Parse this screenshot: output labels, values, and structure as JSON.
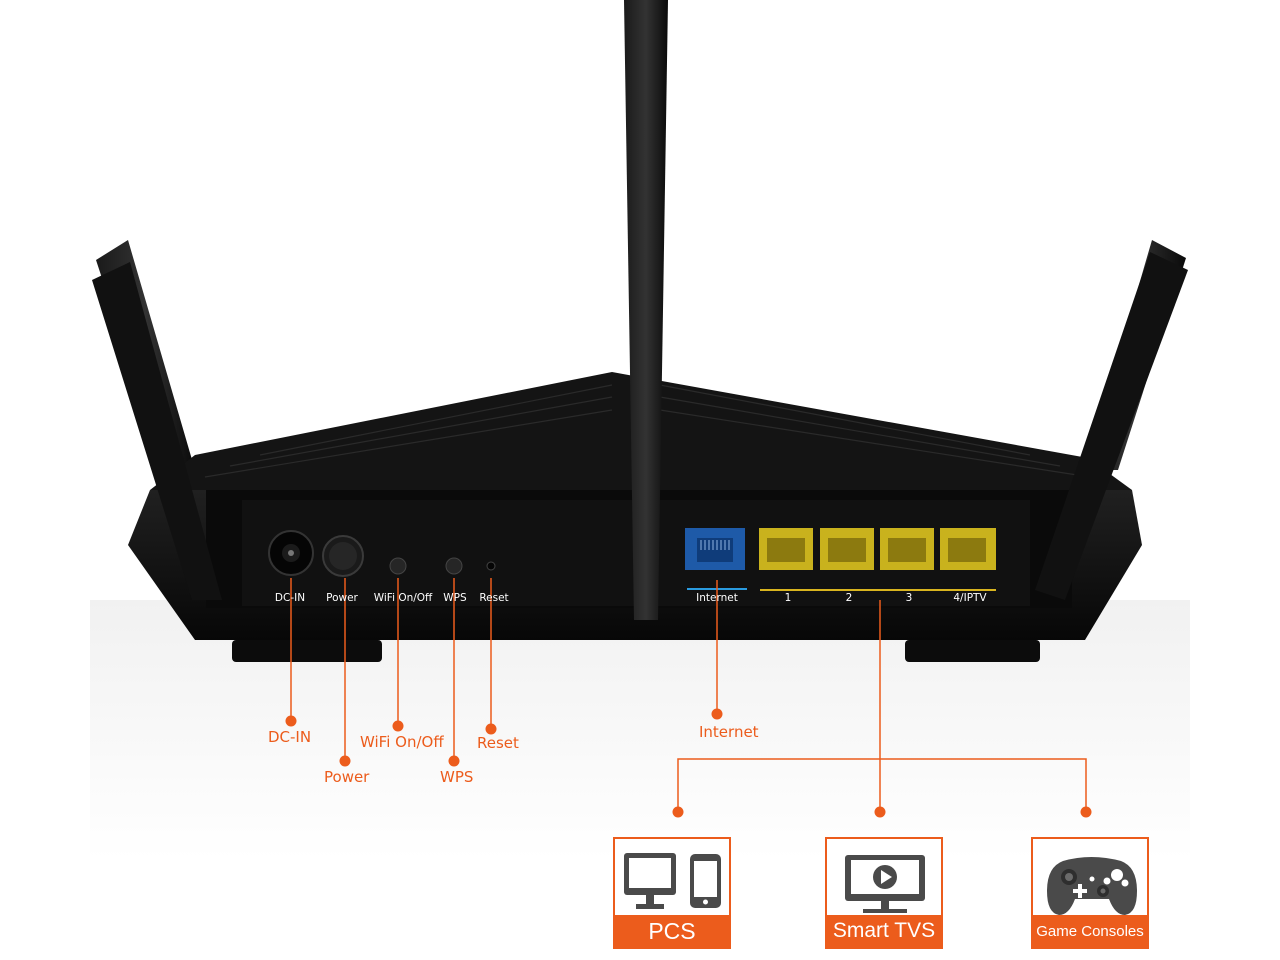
{
  "colors": {
    "accent": "#ec5c1c",
    "router_body": "#0b0b0b",
    "lan_port": "#c9b21d",
    "wan_port": "#1e5aa8"
  },
  "panel": {
    "dc_in": "DC-IN",
    "power": "Power",
    "wifi": "WiFi On/Off",
    "wps": "WPS",
    "reset": "Reset",
    "internet": "Internet",
    "lan1": "1",
    "lan2": "2",
    "lan3": "3",
    "lan4": "4/IPTV"
  },
  "callouts": {
    "dc_in": "DC-IN",
    "power": "Power",
    "wifi": "WiFi On/Off",
    "wps": "WPS",
    "reset": "Reset",
    "internet": "Internet"
  },
  "devices": [
    {
      "label": "PCS",
      "icons": [
        "monitor-icon",
        "smartphone-icon"
      ]
    },
    {
      "label": "Smart TVS",
      "icons": [
        "tv-play-icon"
      ]
    },
    {
      "label": "Game Consoles",
      "icons": [
        "gamepad-icon"
      ]
    }
  ]
}
